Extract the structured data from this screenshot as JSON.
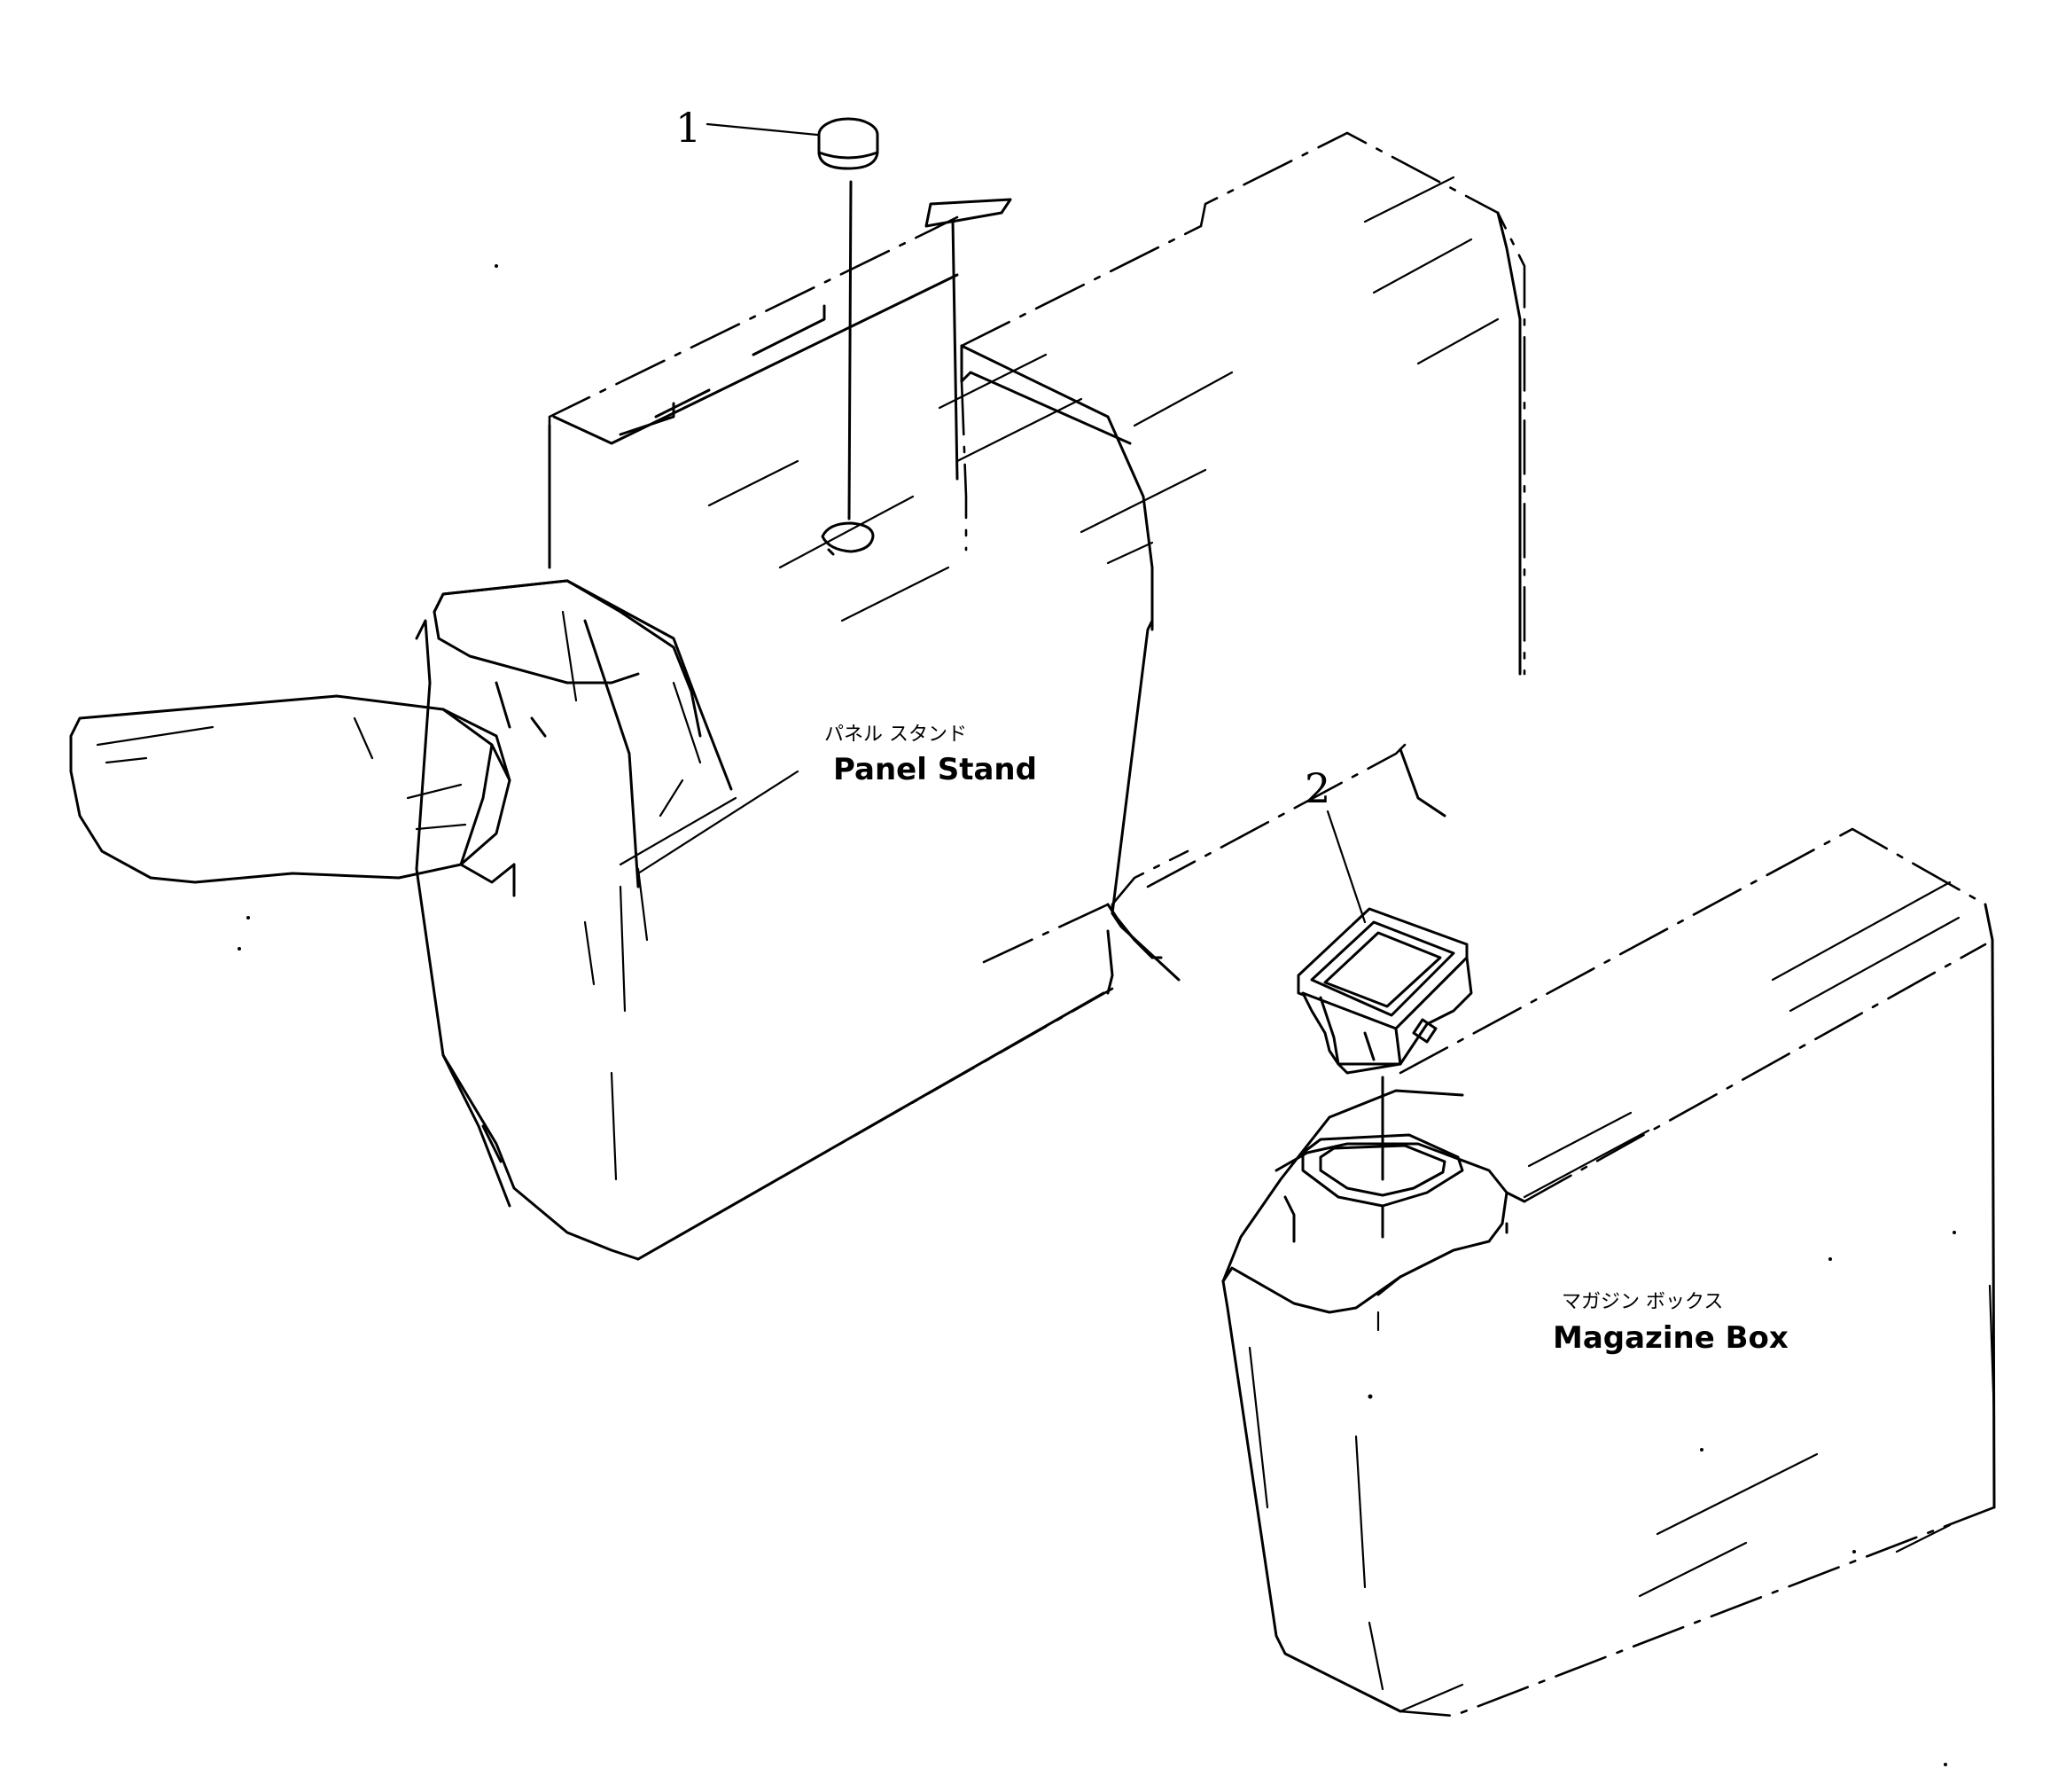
{
  "callouts": [
    {
      "label": "1",
      "part": "cap"
    },
    {
      "label": "2",
      "part": "switch"
    }
  ],
  "labels": {
    "panel_stand_jp": "パネル スタンド",
    "panel_stand_en": "Panel Stand",
    "magazine_box_jp": "マガジン ボックス",
    "magazine_box_en": "Magazine Box"
  }
}
